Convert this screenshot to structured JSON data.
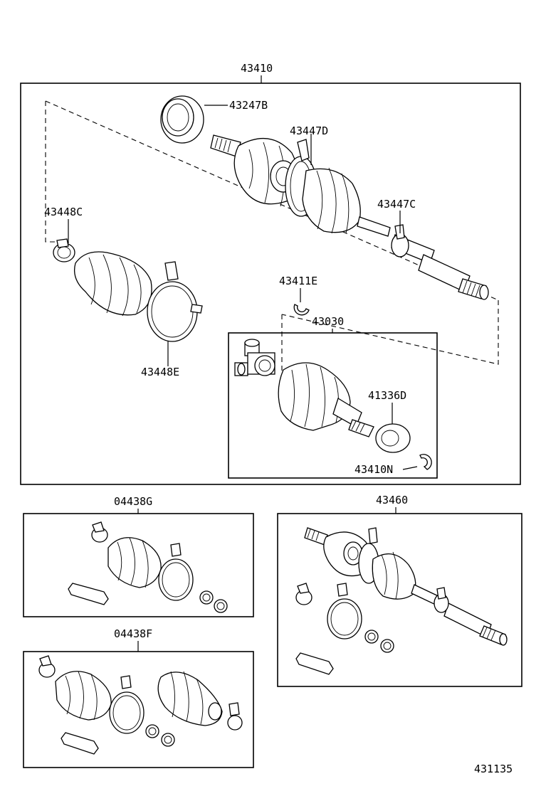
{
  "labels": {
    "assembly": "43410",
    "seal_43247b": "43247B",
    "clamp_43447d": "43447D",
    "clamp_43447c": "43447C",
    "clamp_43448c": "43448C",
    "snap_43411e": "43411E",
    "joint_43030": "43030",
    "band_43448e": "43448E",
    "seal_41336d": "41336D",
    "ring_43410n": "43410N",
    "kit_04438g": "04438G",
    "shaft_43460": "43460",
    "kit_04438f": "04438F",
    "figure_number": "431135"
  }
}
